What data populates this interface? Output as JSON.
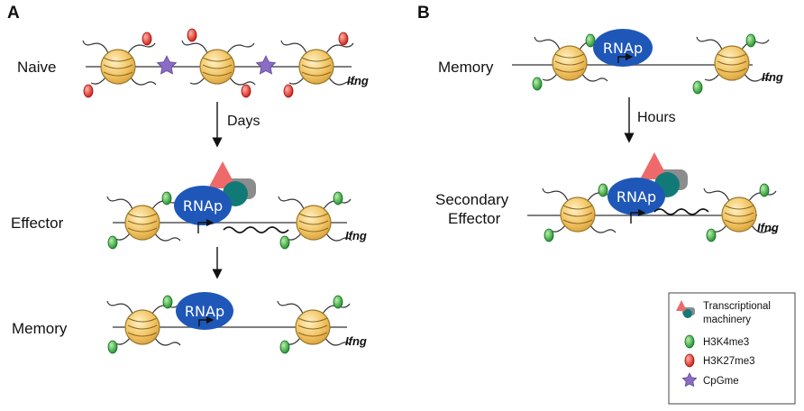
{
  "panels": {
    "a": {
      "letter": "A",
      "states": {
        "naive": "Naive",
        "effector": "Effector",
        "memory": "Memory"
      },
      "arrow_labels": {
        "days": "Days"
      },
      "gene_label": "Ifng"
    },
    "b": {
      "letter": "B",
      "states": {
        "memory": "Memory",
        "secondary_line1": "Secondary",
        "secondary_line2": "Effector"
      },
      "arrow_labels": {
        "hours": "Hours"
      },
      "gene_label": "Ifng"
    }
  },
  "rnap_label": "RNAp",
  "legend": {
    "items": [
      {
        "line1": "Transcriptional",
        "line2": "machinery",
        "icon": "transcriptional-machinery-icon"
      },
      {
        "line1": "H3K4me3",
        "icon": "green-oval-icon"
      },
      {
        "line1": "H3K27me3",
        "icon": "red-oval-icon"
      },
      {
        "line1": "CpGme",
        "icon": "purple-star-icon"
      }
    ]
  },
  "colors": {
    "nucleosome": "#f2c463",
    "nucleosome_stroke": "#9a7a2c",
    "rnap": "#1f57b8",
    "h3k4me3": "#28a23b",
    "h3k27me3": "#e2241e",
    "cpgme": "#8b6cc4",
    "machinery_triangle": "#ee6a6a",
    "machinery_teal": "#117a76",
    "machinery_gray": "#8c8c8c"
  }
}
